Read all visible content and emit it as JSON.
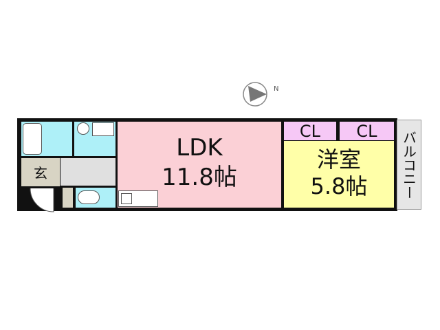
{
  "compass": {
    "north_label": "N"
  },
  "rooms": {
    "ldk": {
      "name": "LDK",
      "size": "11.8帖",
      "color": "#fbd0d6"
    },
    "western": {
      "name": "洋室",
      "size": "5.8帖",
      "color": "#ffffa8"
    },
    "closet1": {
      "name": "CL",
      "color": "#f6c8f6"
    },
    "closet2": {
      "name": "CL",
      "color": "#f6c8f6"
    },
    "balcony": {
      "name": "バルコニー",
      "color": "#e6e6e6"
    },
    "entrance": {
      "name": "玄",
      "color": "#d8d4c4"
    },
    "bath": {
      "color": "#aef0f8"
    },
    "hall": {
      "color": "#e0e0e0"
    }
  }
}
